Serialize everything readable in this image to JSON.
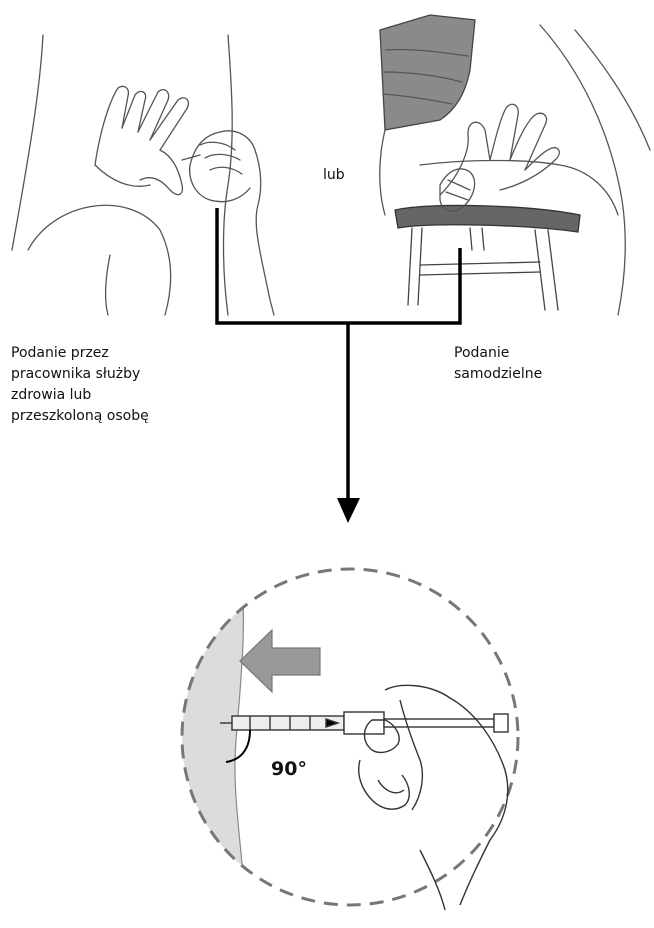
{
  "labels": {
    "or": "lub",
    "hcp": "Podanie przez\npracownika służby\nzdrowia lub\nprzeszkoloną osobę",
    "self": "Podanie\nsamodzielne",
    "angle": "90°"
  },
  "colors": {
    "line": "#000000",
    "sketch": "#555555",
    "skin_area": "#dcdcdc",
    "arrow_fill": "#999999",
    "dashed_circle": "#777777",
    "seat": "#555555"
  },
  "icons": [
    "hand-on-buttock-illustration",
    "self-injection-thigh-illustration",
    "syringe-injection-illustration"
  ]
}
